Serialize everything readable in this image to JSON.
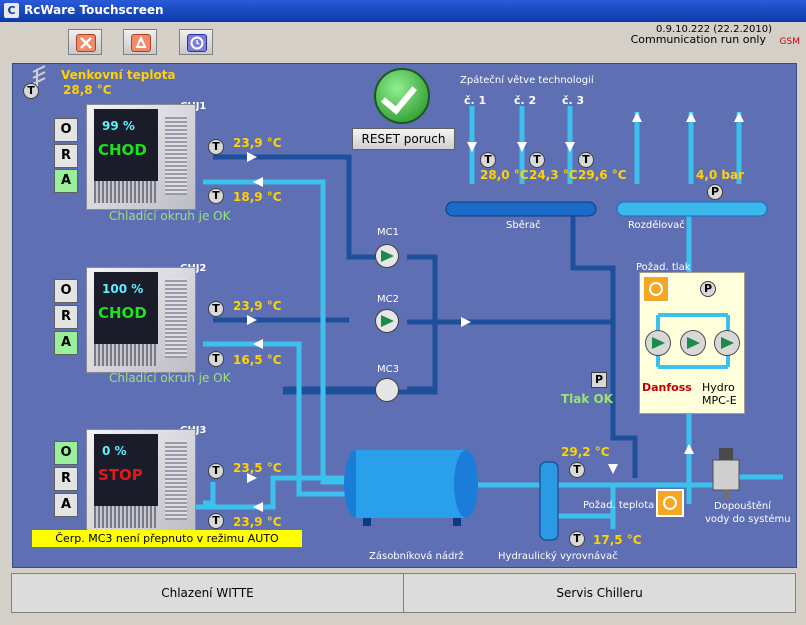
{
  "window": {
    "title": "RcWare Touchscreen",
    "app_icon": "C"
  },
  "header": {
    "version": "0.9.10.222 (22.2.2010)",
    "comm_status": "Communication run only",
    "gsm": "GSM"
  },
  "toolbar": {
    "icons": [
      "close-x-icon",
      "alarm-bell-icon",
      "clock-icon"
    ]
  },
  "outside": {
    "label": "Venkovní teplota",
    "value": "28,8 °C"
  },
  "reset": {
    "label": "RESET poruch"
  },
  "tsym": "T",
  "psym": "P",
  "modes": [
    "O",
    "R",
    "A"
  ],
  "chillers": [
    {
      "name": "CHJ1",
      "percent": "99 %",
      "state": "CHOD",
      "state_color": "#1ee01e",
      "active_mode": "A",
      "t_out": "23,9 °C",
      "t_in": "18,9 °C",
      "status": "Chladící okruh je OK"
    },
    {
      "name": "CHJ2",
      "percent": "100 %",
      "state": "CHOD",
      "state_color": "#1ee01e",
      "active_mode": "A",
      "t_out": "23,9 °C",
      "t_in": "16,5 °C",
      "status": "Chladící okruh je OK"
    },
    {
      "name": "CHJ3",
      "percent": "0 %",
      "state": "STOP",
      "state_color": "#e01a1a",
      "active_mode": "O",
      "t_out": "23,5 °C",
      "t_in": "23,9 °C",
      "status": ""
    }
  ],
  "warning": "Čerp. MC3 není přepnuto v režimu AUTO",
  "pumps": [
    "MC1",
    "MC2",
    "MC3"
  ],
  "branches": {
    "title": "Zpáteční větve technologií",
    "items": [
      {
        "label": "č. 1",
        "temp": "28,0 °C"
      },
      {
        "label": "č. 2",
        "temp": "24,3 °C"
      },
      {
        "label": "č. 3",
        "temp": "29,6 °C"
      }
    ]
  },
  "collector": "Sběrač",
  "distributor": "Rozdělovač",
  "pressure": {
    "value": "4,0 bar",
    "status": "Tlak OK"
  },
  "setpoints": {
    "pressure": "Požad. tlak",
    "temperature": "Požad. teplota"
  },
  "hydro": {
    "brand": "Danfoss",
    "model_line1": "Hydro",
    "model_line2": "MPC-E"
  },
  "refill": {
    "line1": "Dopouštění",
    "line2": "vody do systému"
  },
  "tank": {
    "label": "Zásobníková nádrž"
  },
  "separator": {
    "label": "Hydraulický vyrovnávač",
    "t_top": "29,2 °C",
    "t_bottom": "17,5 °C"
  },
  "tabs": [
    {
      "label": "Chlazení WITTE"
    },
    {
      "label": "Servis Chilleru"
    }
  ],
  "colors": {
    "background": "#5f6fb3",
    "pipe_light": "#3cc0ee",
    "pipe_dark": "#1d4f9a",
    "value_text": "#ffd200",
    "ok_text": "#9be37a"
  }
}
